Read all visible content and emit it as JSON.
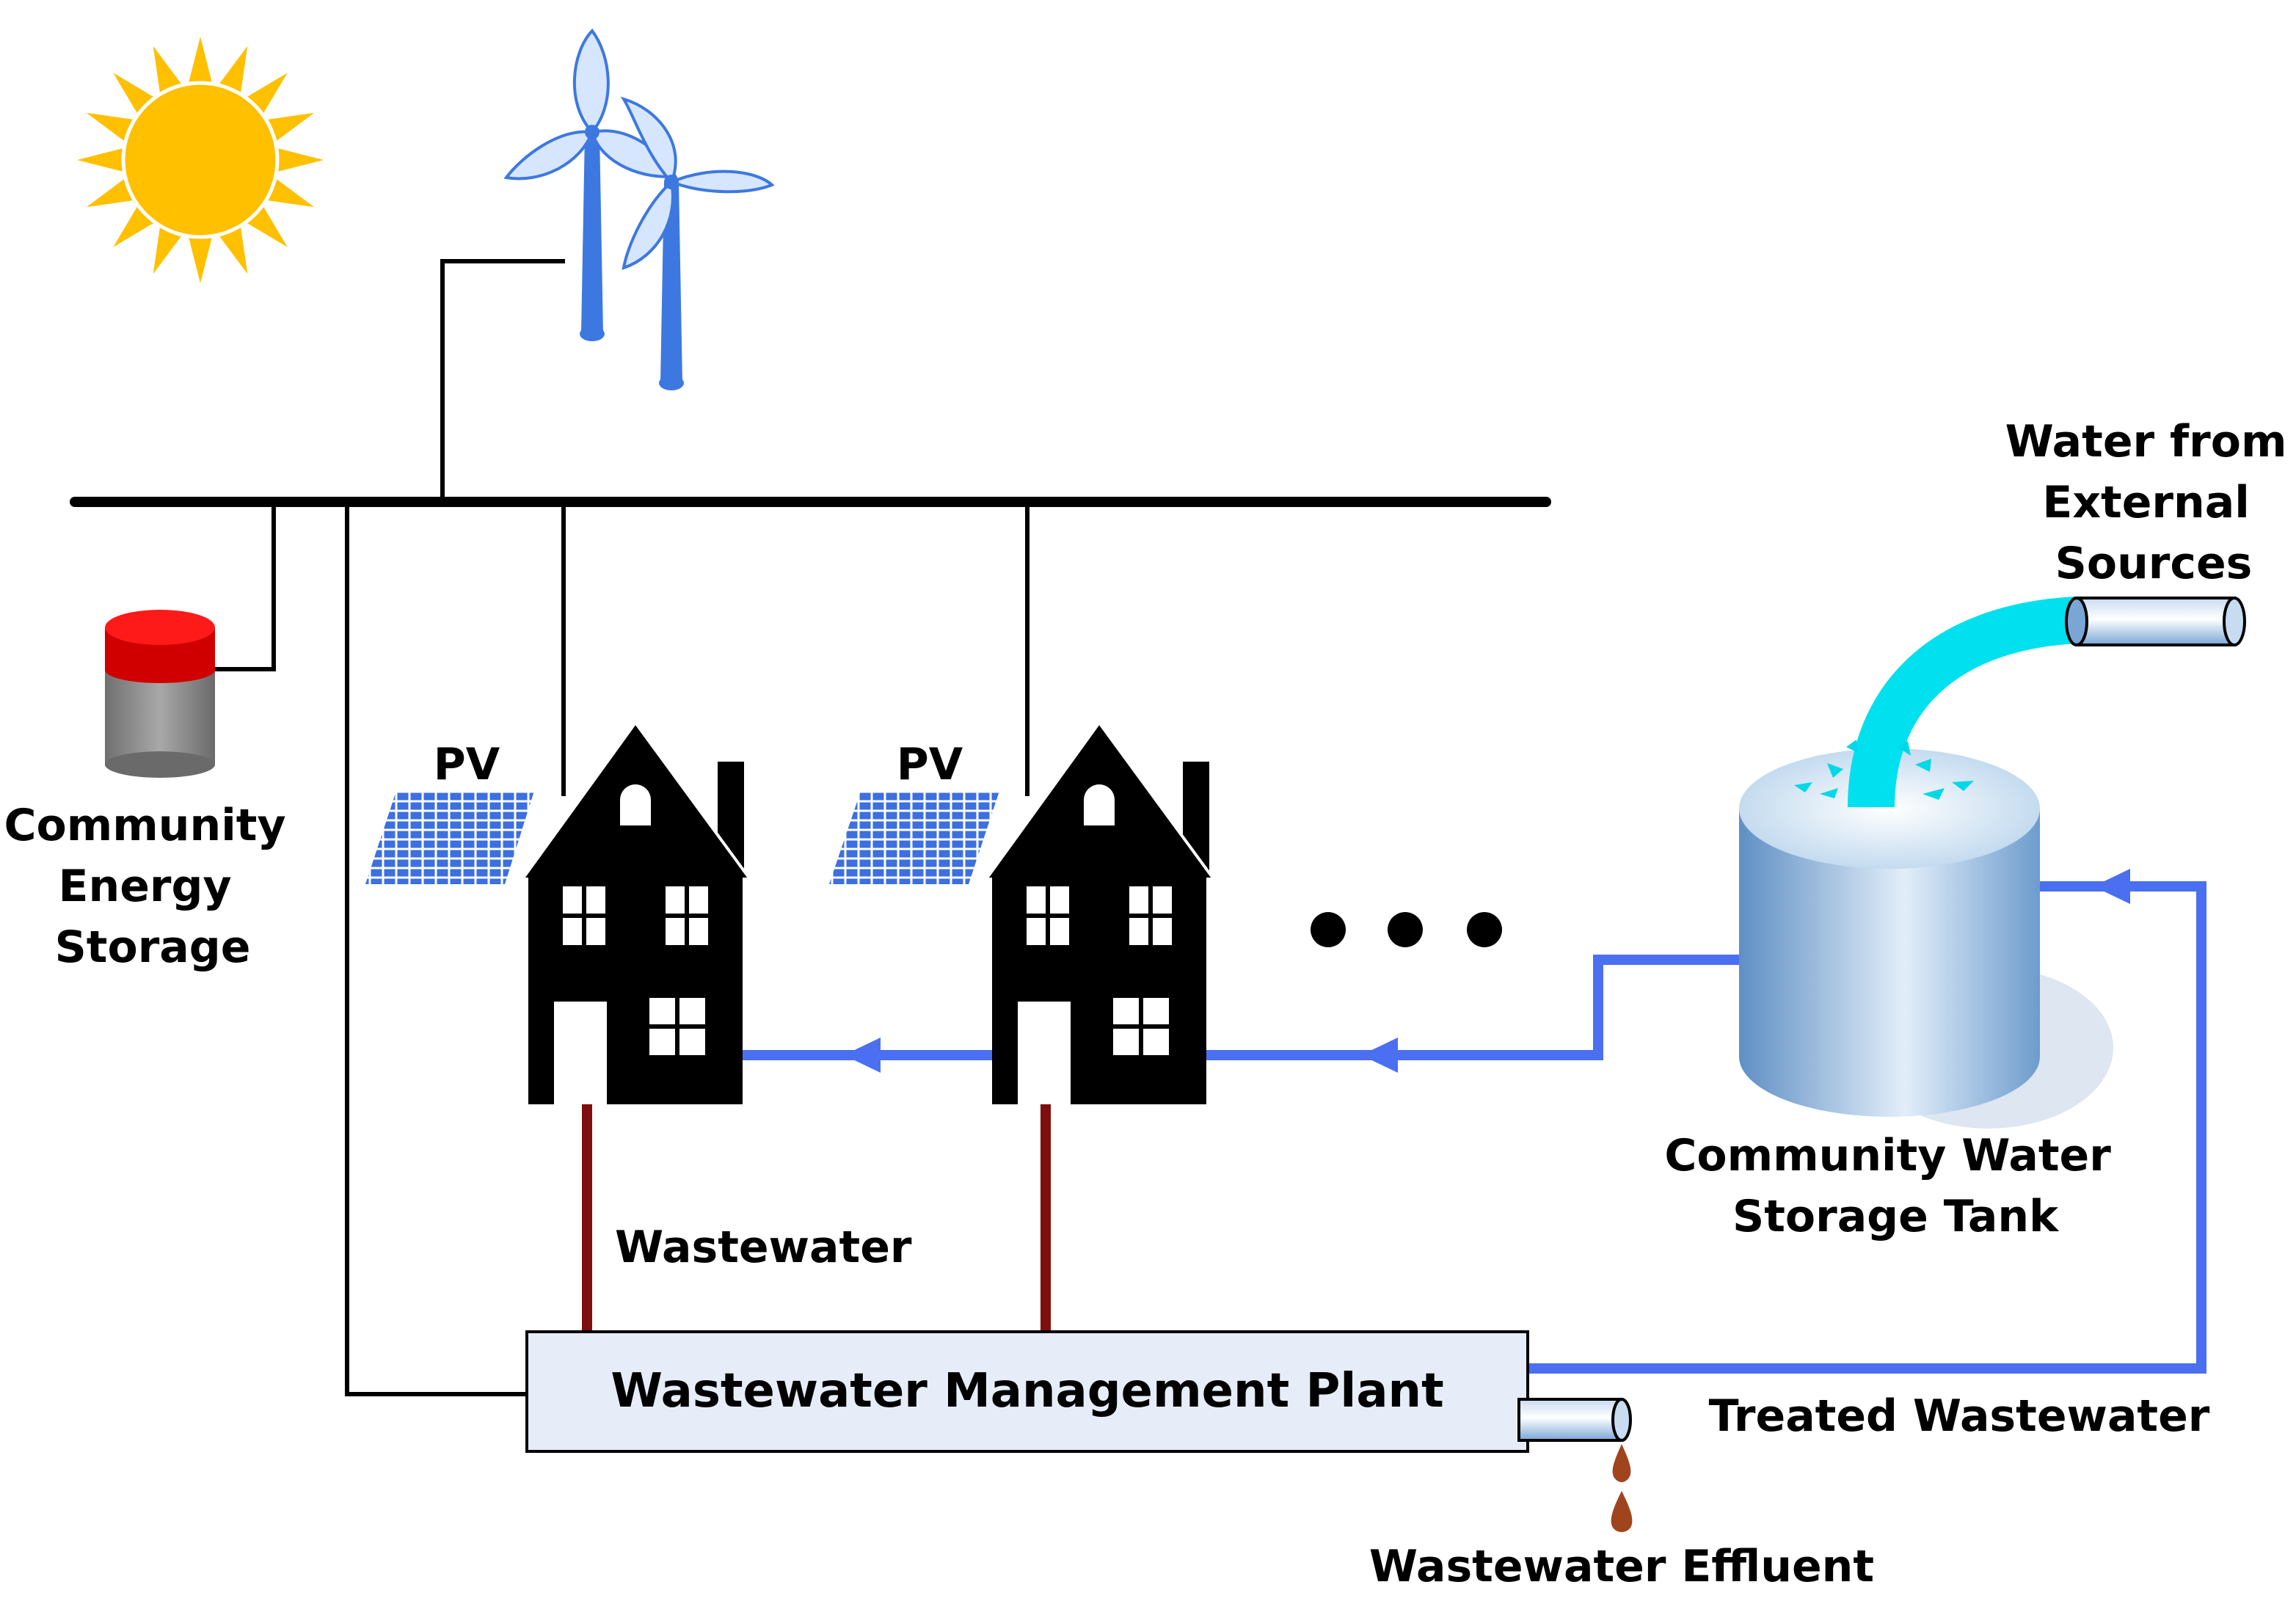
{
  "labels": {
    "pv_1": "PV",
    "pv_2": "PV",
    "energy_storage": [
      "Community",
      "Energy",
      "Storage"
    ],
    "external_water": [
      "Water from",
      "External",
      "Sources"
    ],
    "water_tank": [
      "Community Water",
      "Storage Tank"
    ],
    "wastewater": "Wastewater",
    "plant": "Wastewater Management Plant",
    "treated": "Treated Wastewater",
    "effluent": "Wastewater Effluent"
  },
  "icons": [
    "sun-icon",
    "wind-turbine-icon",
    "battery-icon",
    "solar-panel-icon",
    "house-icon",
    "water-tank-icon",
    "pipe-icon",
    "droplet-icon",
    "ellipsis-icon"
  ],
  "colors": {
    "power_line": "#000000",
    "water_line": "#4a6ff0",
    "wastewater_line": "#7f0e0e",
    "sun": "#ffc000",
    "turbine": "#3d78e0",
    "turbine_blade": "#d6e6ff",
    "battery_top": "#e80000",
    "battery_body": "#808080",
    "pv_panel": "#3c6fe0",
    "house": "#000000",
    "tank": "#7aaedb",
    "external_stream": "#00e0ee",
    "plant_fill": "#e6edf8",
    "effluent": "#a0441e"
  }
}
